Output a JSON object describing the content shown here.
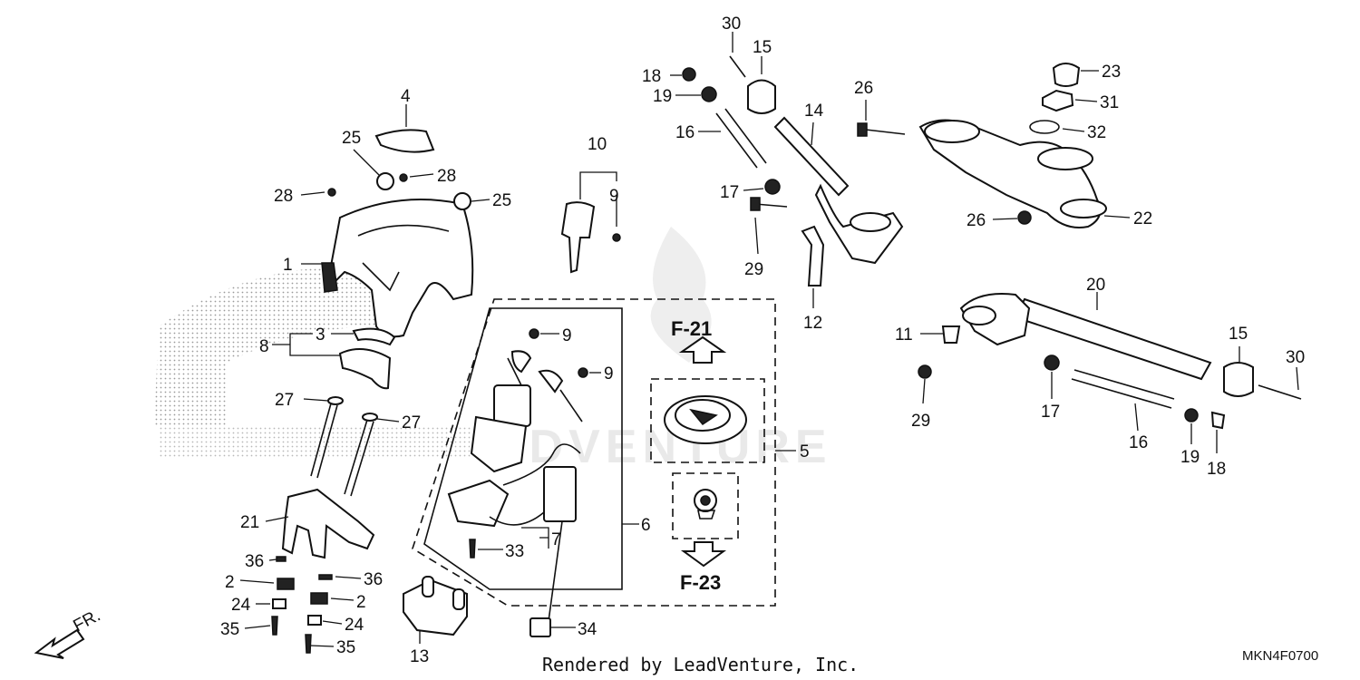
{
  "credit": "Rendered by LeadVenture, Inc.",
  "diagram_code": "MKN4F0700",
  "watermark": "ADVENTURE",
  "direction": "FR.",
  "refs": {
    "upper": "F-21",
    "lower": "F-23"
  },
  "callouts": {
    "c1": "1",
    "c2a": "2",
    "c2b": "2",
    "c3": "3",
    "c4": "4",
    "c5": "5",
    "c6": "6",
    "c7": "7",
    "c8": "8",
    "c9a": "9",
    "c9b": "9",
    "c9c": "9",
    "c10": "10",
    "c11": "11",
    "c12": "12",
    "c13": "13",
    "c14": "14",
    "c15a": "15",
    "c15b": "15",
    "c16a": "16",
    "c16b": "16",
    "c17a": "17",
    "c17b": "17",
    "c18a": "18",
    "c18b": "18",
    "c19a": "19",
    "c19b": "19",
    "c20": "20",
    "c21": "21",
    "c22": "22",
    "c23": "23",
    "c24a": "24",
    "c24b": "24",
    "c25a": "25",
    "c25b": "25",
    "c26a": "26",
    "c26b": "26",
    "c27a": "27",
    "c27b": "27",
    "c28a": "28",
    "c28b": "28",
    "c29a": "29",
    "c29b": "29",
    "c30a": "30",
    "c30b": "30",
    "c31": "31",
    "c32": "32",
    "c33": "33",
    "c34": "34",
    "c35a": "35",
    "c35b": "35",
    "c36a": "36",
    "c36b": "36"
  }
}
